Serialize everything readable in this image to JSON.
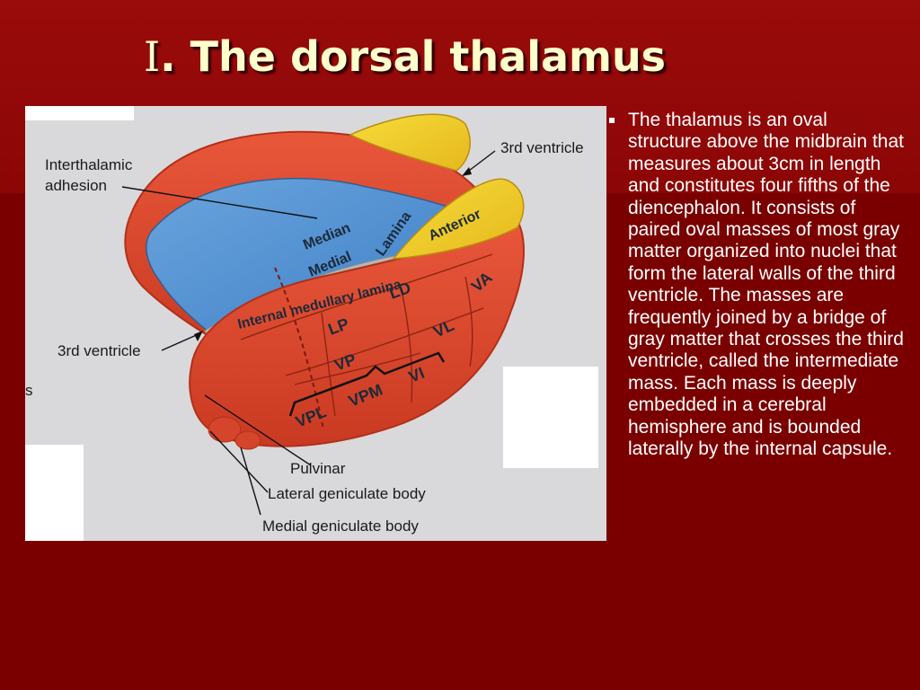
{
  "slide": {
    "title_numeral": "Ⅰ",
    "title_text": ". The dorsal thalamus",
    "body": "The thalamus is an oval structure above the midbrain that measures about 3cm in length and constitutes four fifths of the diencephalon. It consists of paired oval masses of most gray matter organized into nuclei that form the lateral walls of the third ventricle. The masses are frequently joined by a bridge of gray matter that crosses the third ventricle, called the intermediate mass. Each mass is deeply embedded in a cerebral hemisphere and is bounded laterally by the internal capsule."
  },
  "figure": {
    "labels": {
      "interthalamic_1": "Interthalamic",
      "interthalamic_2": "adhesion",
      "third_ventricle_top": "3rd ventricle",
      "third_ventricle_left": "3rd ventricle",
      "median": "Median",
      "medial": "Medial",
      "lamina": "Lamina",
      "anterior": "Anterior",
      "internal_medullary_lamina": "Internal medullary lamina",
      "ld": "LD",
      "va": "VA",
      "lp": "LP",
      "vl": "VL",
      "vp": "VP",
      "vi": "VI",
      "vpl": "VPL",
      "vpm": "VPM",
      "pulvinar": "Pulvinar",
      "lateral_geniculate": "Lateral geniculate body",
      "medial_geniculate": "Medial geniculate body",
      "edge_s": "s"
    }
  }
}
